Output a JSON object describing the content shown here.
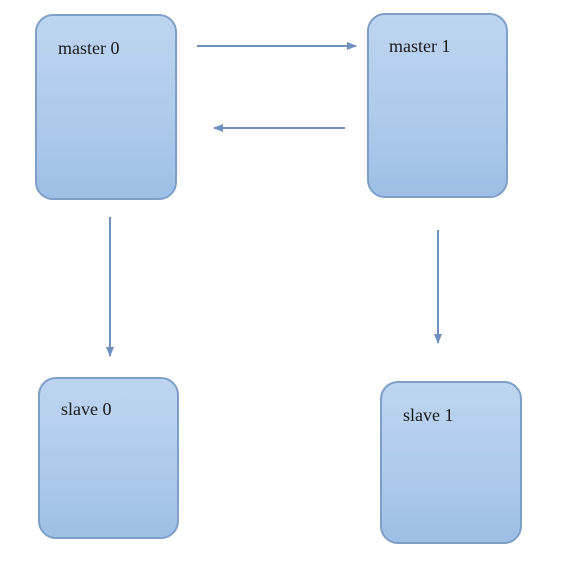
{
  "diagram": {
    "nodes": [
      {
        "id": "master0",
        "label": "master 0"
      },
      {
        "id": "master1",
        "label": "master 1"
      },
      {
        "id": "slave0",
        "label": "slave 0"
      },
      {
        "id": "slave1",
        "label": "slave 1"
      }
    ],
    "edges": [
      {
        "from": "master0",
        "to": "master1"
      },
      {
        "from": "master1",
        "to": "master0"
      },
      {
        "from": "master0",
        "to": "slave0"
      },
      {
        "from": "master1",
        "to": "slave1"
      }
    ],
    "colors": {
      "box_fill": "#aecbeb",
      "box_border": "#7e9fc7",
      "arrow": "#6f8fbf"
    }
  }
}
